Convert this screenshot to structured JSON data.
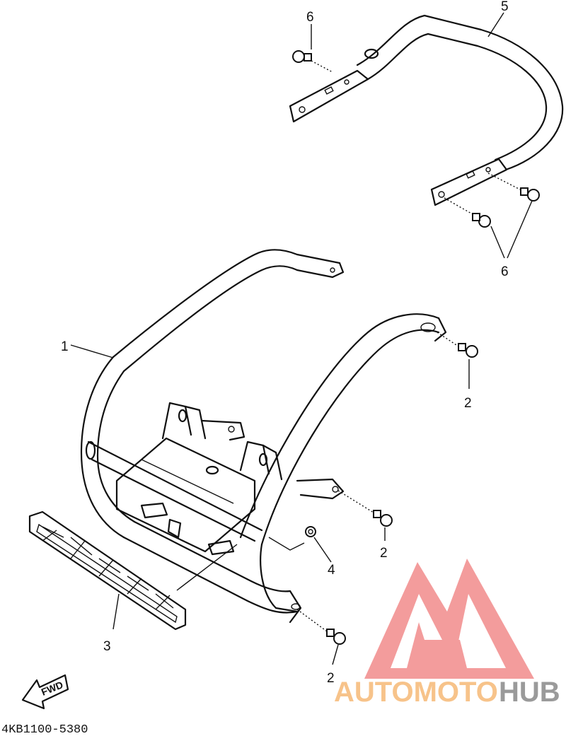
{
  "callouts": {
    "c1": "1",
    "c2a": "2",
    "c2b": "2",
    "c2c": "2",
    "c3": "3",
    "c4": "4",
    "c5": "5",
    "c6a": "6",
    "c6b": "6"
  },
  "fwd_label": "FWD",
  "part_number": "4KB1100-5380",
  "watermark": {
    "part1": "AUTOMOTO",
    "part2": "HUB",
    "color_orange": "#f7c38a",
    "color_gray": "#9a9a9a",
    "logo_color": "#f28b8b"
  }
}
